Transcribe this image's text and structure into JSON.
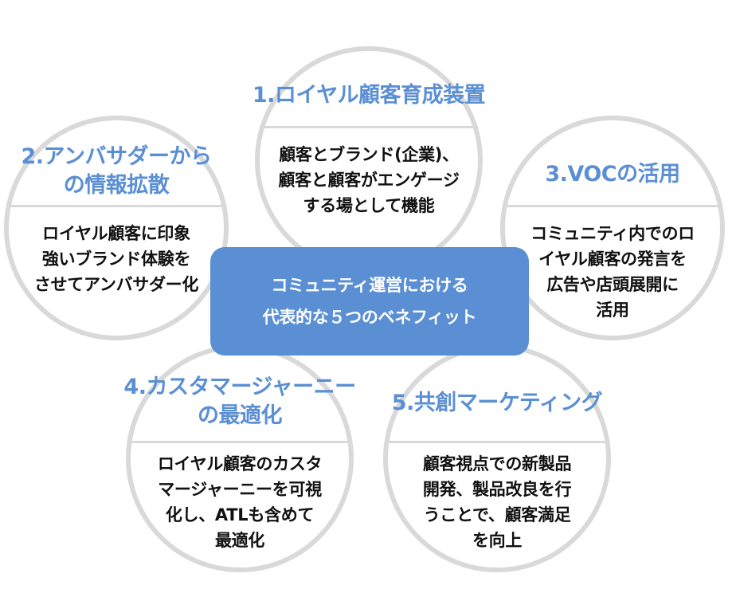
{
  "center": {
    "line1": "コミュニティ運営における",
    "line2": "代表的な５つのベネフィット"
  },
  "benefits": [
    {
      "title": [
        "1.ロイヤル顧客育成装置"
      ],
      "body": [
        "顧客とブランド(企業)、",
        "顧客と顧客がエンゲージ",
        "する場として機能"
      ]
    },
    {
      "title": [
        "2.アンバサダーから",
        "の情報拡散"
      ],
      "body": [
        "ロイヤル顧客に印象",
        "強いブランド体験を",
        "させてアンバサダー化"
      ]
    },
    {
      "title": [
        "3.VOCの活用"
      ],
      "body": [
        "コミュニティ内でのロ",
        "イヤル顧客の発言を",
        "広告や店頭展開に",
        "活用"
      ]
    },
    {
      "title": [
        "4.カスタマージャーニー",
        "の最適化"
      ],
      "body": [
        "ロイヤル顧客のカスタ",
        "マージャーニーを可視",
        "化し、ATLも含めて",
        "最適化"
      ]
    },
    {
      "title": [
        "5.共創マーケティング"
      ],
      "body": [
        "顧客視点での新製品",
        "開発、製品改良を行",
        "うことで、顧客満足",
        "を向上"
      ]
    }
  ],
  "colors": {
    "accent": "#5b8fd4",
    "circle_border": "#d9d9d9",
    "body_text": "#111111",
    "center_text": "#ffffff"
  }
}
